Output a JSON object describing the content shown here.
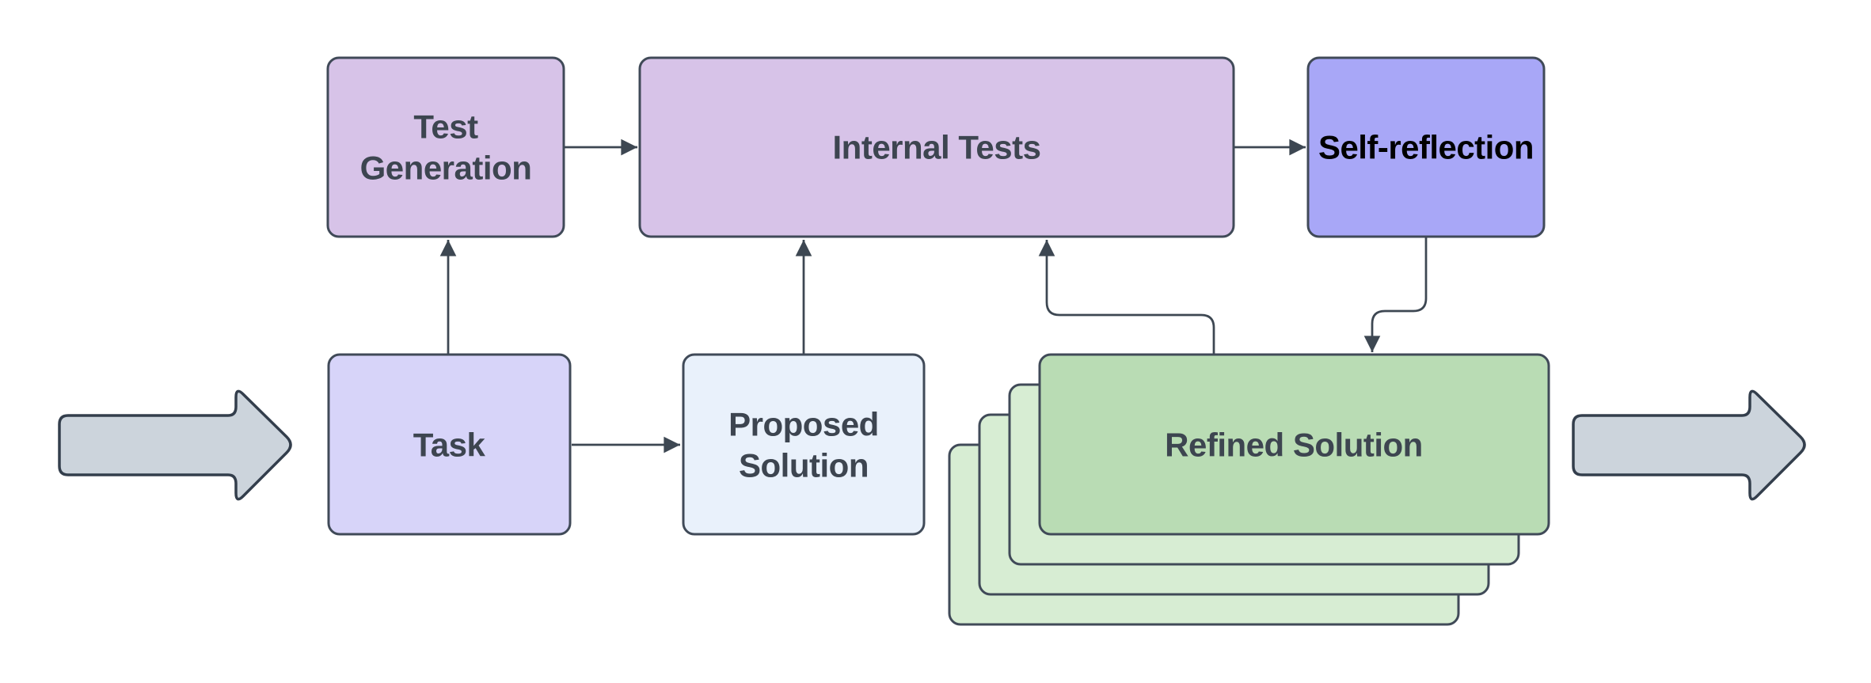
{
  "diagram": {
    "background": "#ffffff",
    "border_color": "#404a58",
    "connector_color": "#3d4752",
    "flow_arrow_fill": "#ccd4dc",
    "flow_arrow_border": "#333e4c",
    "nodes": {
      "test_generation": {
        "label_line1": "Test",
        "label_line2": "Generation",
        "fill": "#d7c3e8",
        "text_color": "#3d4550"
      },
      "internal_tests": {
        "label": "Internal Tests",
        "fill": "#d7c3e8",
        "text_color": "#3d4550"
      },
      "self_reflection": {
        "label": "Self-reflection",
        "fill": "#a8a7f7",
        "text_color": "#000000"
      },
      "task": {
        "label": "Task",
        "fill": "#d7d4f9",
        "text_color": "#3d4550"
      },
      "proposed_solution": {
        "label_line1": "Proposed",
        "label_line2": "Solution",
        "fill": "#e9f1fb",
        "text_color": "#3d4550"
      },
      "refined_solution": {
        "label": "Refined Solution",
        "fill": "#b9dcb4",
        "back_fill": "#d7edd3",
        "stack_count": 4,
        "text_color": "#3d4550"
      }
    },
    "icons": {
      "input_flow": "block-arrow-right",
      "output_flow": "block-arrow-right"
    },
    "edges": [
      {
        "from": "task",
        "to": "test_generation"
      },
      {
        "from": "test_generation",
        "to": "internal_tests"
      },
      {
        "from": "internal_tests",
        "to": "self_reflection"
      },
      {
        "from": "task",
        "to": "proposed_solution"
      },
      {
        "from": "proposed_solution",
        "to": "internal_tests"
      },
      {
        "from": "refined_solution",
        "to": "internal_tests"
      },
      {
        "from": "self_reflection",
        "to": "refined_solution"
      }
    ]
  }
}
